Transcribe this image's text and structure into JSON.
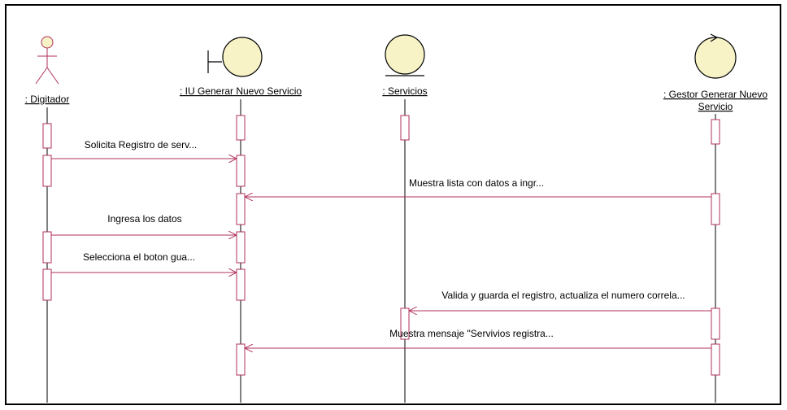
{
  "participants": [
    {
      "id": "actor",
      "name": ": Digitador",
      "kind": "actor"
    },
    {
      "id": "ui",
      "name": ": IU  Generar Nuevo Servicio",
      "kind": "boundary"
    },
    {
      "id": "entity",
      "name": ": Servicios",
      "kind": "entity"
    },
    {
      "id": "control",
      "name_line1": ": Gestor  Generar Nuevo",
      "name_line2": "Servicio",
      "kind": "control"
    }
  ],
  "messages": [
    {
      "label": "Solicita Registro de serv..."
    },
    {
      "label": "Muestra lista con datos a ingr..."
    },
    {
      "label": "Ingresa los datos"
    },
    {
      "label": "Selecciona el boton gua..."
    },
    {
      "label": "Valida y guarda el registro, actualiza el numero correla..."
    },
    {
      "label": "Muestra mensaje \"Servivios registra..."
    }
  ],
  "colors": {
    "message_line": "#b0305a",
    "object_fill": "#f7f3c6",
    "lifeline": "#000000"
  }
}
